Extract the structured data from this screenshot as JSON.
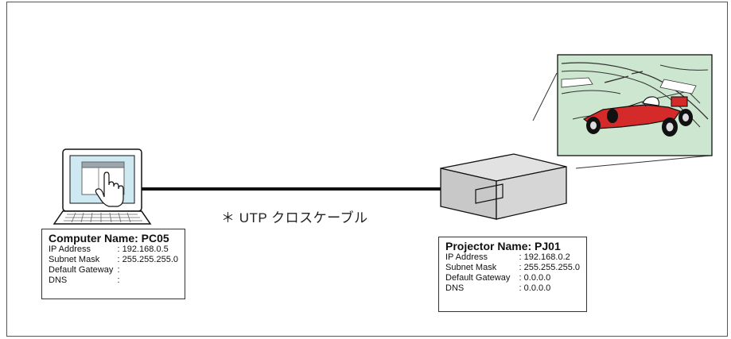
{
  "cable": {
    "label": "＊ UTP クロスケーブル"
  },
  "computer": {
    "title": "Computer Name: PC05",
    "rows": [
      {
        "key": "IP Address",
        "value": ": 192.168.0.5"
      },
      {
        "key": "Subnet Mask",
        "value": ": 255.255.255.0"
      },
      {
        "key": "Default Gateway",
        "value": ":"
      },
      {
        "key": "DNS",
        "value": ":"
      }
    ]
  },
  "projector": {
    "title": "Projector Name: PJ01",
    "rows": [
      {
        "key": "IP Address",
        "value": ": 192.168.0.2"
      },
      {
        "key": "Subnet Mask",
        "value": ": 255.255.255.0"
      },
      {
        "key": "Default Gateway",
        "value": ": 0.0.0.0"
      },
      {
        "key": "DNS",
        "value": ": 0.0.0.0"
      }
    ]
  },
  "colors": {
    "laptop_screen": "#cfe9f3",
    "projected_image": "#cde6cf",
    "race_car": "#d42a2a",
    "projector_body": "#d4d4d4"
  },
  "icons": [
    "laptop-icon",
    "hand-pointer-icon",
    "projector-icon",
    "race-car-icon"
  ]
}
